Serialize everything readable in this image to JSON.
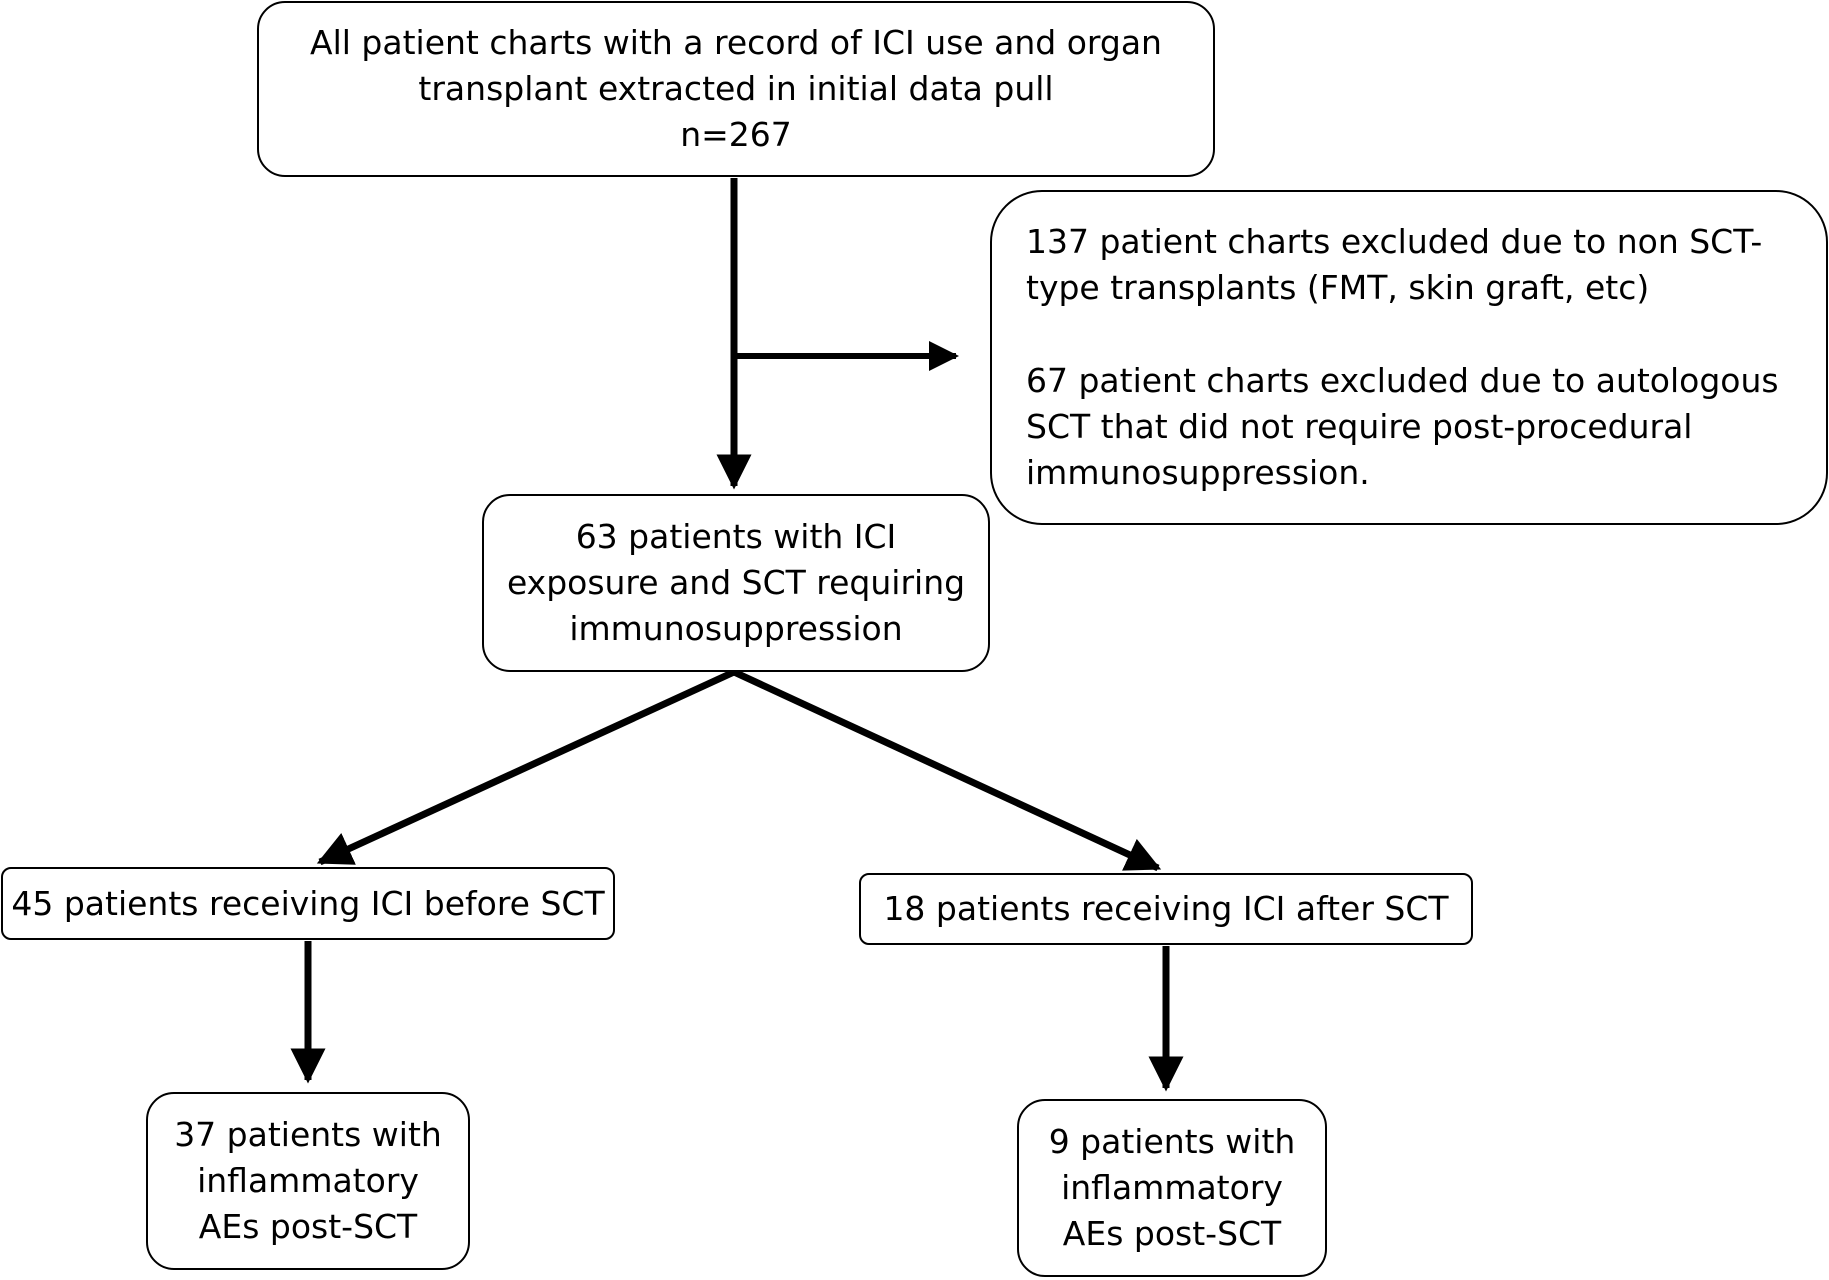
{
  "boxes": {
    "initial": {
      "lines": [
        "All patient charts with a record of ICI use and organ",
        "transplant extracted in initial data pull",
        "n=267"
      ]
    },
    "excluded": {
      "paragraph1": [
        "137 patient charts excluded due to non SCT-",
        "type transplants (FMT, skin graft, etc)"
      ],
      "paragraph2": [
        "67 patient charts excluded due to autologous",
        "SCT that did not require post-procedural",
        "immunosuppression."
      ]
    },
    "cohort": {
      "lines": [
        "63 patients with ICI",
        "exposure and SCT requiring",
        "immunosuppression"
      ]
    },
    "before_sct": {
      "lines": [
        "45 patients receiving ICI before SCT"
      ]
    },
    "after_sct": {
      "lines": [
        "18 patients receiving ICI after SCT"
      ]
    },
    "before_aes": {
      "lines": [
        "37 patients with",
        "inflammatory",
        "AEs post-SCT"
      ]
    },
    "after_aes": {
      "lines": [
        "9 patients with",
        "inflammatory",
        "AEs post-SCT"
      ]
    }
  },
  "colors": {
    "line": "#000000",
    "box_border": "#000000",
    "background": "#ffffff"
  }
}
